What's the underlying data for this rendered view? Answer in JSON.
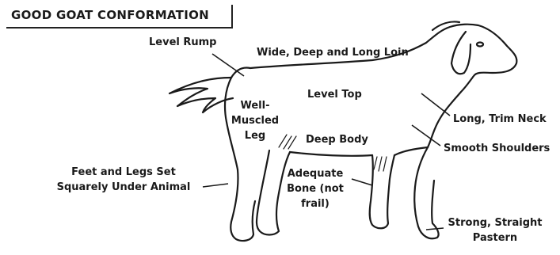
{
  "title": "GOOD GOAT CONFORMATION",
  "labels": {
    "level_rump": "Level Rump",
    "loin": "Wide, Deep and Long Loin",
    "level_top": "Level Top",
    "leg_line1": "Well-",
    "leg_line2": "Muscled",
    "leg_line3": "Leg",
    "neck": "Long, Trim Neck",
    "deep_body": "Deep Body",
    "shoulders": "Smooth Shoulders",
    "feet_line1": "Feet and Legs Set",
    "feet_line2": "Squarely Under Animal",
    "bone_line1": "Adequate",
    "bone_line2": "Bone (not",
    "bone_line3": "frail)",
    "pastern_line1": "Strong, Straight",
    "pastern_line2": "Pastern"
  }
}
